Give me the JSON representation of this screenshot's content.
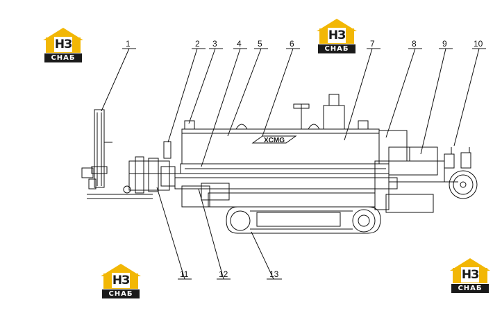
{
  "logo": {
    "mark": "НЗ",
    "name": "СНАБ",
    "colors": {
      "brand": "#f2b705",
      "ink": "#1a1a1a"
    }
  },
  "callouts": [
    "1",
    "2",
    "3",
    "4",
    "5",
    "6",
    "7",
    "8",
    "9",
    "10",
    "11",
    "12",
    "13"
  ],
  "machine": {
    "brand_mark": "XCMG"
  }
}
